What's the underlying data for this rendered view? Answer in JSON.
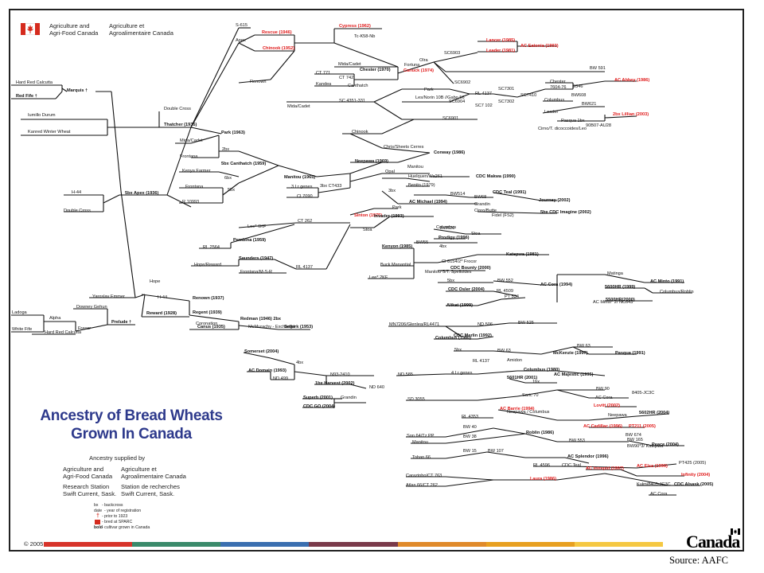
{
  "header": {
    "logo_icon": "maple-leaf-flag-icon",
    "agency_en_1": "Agriculture and",
    "agency_en_2": "Agri-Food Canada",
    "agency_fr_1": "Agriculture et",
    "agency_fr_2": "Agroalimentaire Canada"
  },
  "title": {
    "line1": "Ancestry of Bread Wheats",
    "line2": "Grown In Canada"
  },
  "credits": {
    "supplied_by": "Ancestry supplied by",
    "col1": [
      "Agriculture and",
      "Agri-Food Canada",
      "Research Station",
      "Swift Current, Sask."
    ],
    "col2": [
      "Agriculture et",
      "Agroalimentaire Canada",
      "Station de recherches",
      "Swift Current, Sask."
    ]
  },
  "legend": {
    "items": [
      {
        "key": "bx",
        "text": "- backcross"
      },
      {
        "key": "date",
        "text": "- year of registration"
      },
      {
        "key": "dagger",
        "text": "- prior to 1923"
      },
      {
        "key": "red-box",
        "text": "- bred at SPARC"
      },
      {
        "key": "bold",
        "text": "- cultivar grown in Canada"
      }
    ]
  },
  "footer": {
    "copyright": "© 2005",
    "wordmark": "Canada",
    "source": "Source: AAFC",
    "bar_colors": [
      "#d7342a",
      "#3a8a6a",
      "#3a6fb0",
      "#7a3a4a",
      "#e08a2a",
      "#e8a020",
      "#f5c842"
    ]
  },
  "nodes": [
    {
      "t": "Hard Red Calcutta",
      "s": "n"
    },
    {
      "t": "Red Fife †",
      "s": "b"
    },
    {
      "t": "Marquis †",
      "s": "b"
    },
    {
      "t": "Iumillo Durum",
      "s": "n"
    },
    {
      "t": "Kanred Winter Wheat",
      "s": "n"
    },
    {
      "t": "Double Cross",
      "s": "n"
    },
    {
      "t": "Thatcher (1935)",
      "s": "b"
    },
    {
      "t": "H-44",
      "s": "n"
    },
    {
      "t": "Double Cross",
      "s": "n"
    },
    {
      "t": "5bx Apex (1936)",
      "s": "b"
    },
    {
      "t": "Ladoga",
      "s": "n"
    },
    {
      "t": "White Fife",
      "s": "n"
    },
    {
      "t": "Alpha",
      "s": "n"
    },
    {
      "t": "Hard Red Calcutta",
      "s": "n"
    },
    {
      "t": "Fraser",
      "s": "n"
    },
    {
      "t": "Yaroslav Emmer",
      "s": "n"
    },
    {
      "t": "Downey Gehun",
      "s": "n"
    },
    {
      "t": "Prelude †",
      "s": "b"
    },
    {
      "t": "Hope",
      "s": "n"
    },
    {
      "t": "H-44",
      "s": "n"
    },
    {
      "t": "Reward (1928)",
      "s": "b"
    },
    {
      "t": "Renown (1937)",
      "s": "b"
    },
    {
      "t": "Regent (1939)",
      "s": "b"
    },
    {
      "t": "Redman (1946) 2bx",
      "s": "b"
    },
    {
      "t": "Coronation",
      "s": "n"
    },
    {
      "t": "Canus (1935)",
      "s": "b"
    },
    {
      "t": "McMurachy - Exchange",
      "s": "n"
    },
    {
      "t": "Selkirk (1953)",
      "s": "b"
    },
    {
      "t": "S-615",
      "s": "n"
    },
    {
      "t": "Apex",
      "s": "n"
    },
    {
      "t": "Rescue (1946)",
      "s": "rb"
    },
    {
      "t": "Chinook (1952)",
      "s": "rb"
    },
    {
      "t": "Renown",
      "s": "n"
    },
    {
      "t": "Park (1963)",
      "s": "b"
    },
    {
      "t": "Mida/Cadet",
      "s": "n"
    },
    {
      "t": "Frontana",
      "s": "n"
    },
    {
      "t": "2bx",
      "s": "n"
    },
    {
      "t": "5bx Canthatch (1959)",
      "s": "b"
    },
    {
      "t": "Kenya Farmer",
      "s": "n"
    },
    {
      "t": "6bx",
      "s": "n"
    },
    {
      "t": "Frontana",
      "s": "n"
    },
    {
      "t": "5bx",
      "s": "n"
    },
    {
      "t": "R 10993",
      "s": "n"
    },
    {
      "t": "Manitou (1965)",
      "s": "b"
    },
    {
      "t": "3 Lr genes",
      "s": "n"
    },
    {
      "t": "CI 7090",
      "s": "n"
    },
    {
      "t": "3bx CT433",
      "s": "n"
    },
    {
      "t": "Lee* 6KF",
      "s": "n"
    },
    {
      "t": "CT 262",
      "s": "n"
    },
    {
      "t": "RL 2564",
      "s": "n"
    },
    {
      "t": "Pembina (1959)",
      "s": "b"
    },
    {
      "t": "Saunders (1947)",
      "s": "b"
    },
    {
      "t": "Hope/Reward",
      "s": "n"
    },
    {
      "t": "Frontana/M-S-R",
      "s": "n"
    },
    {
      "t": "RL 4137",
      "s": "n"
    },
    {
      "t": "Cypress (1962)",
      "s": "rb"
    },
    {
      "t": "Tc-K58-Nb",
      "s": "n"
    },
    {
      "t": "Fortuna",
      "s": "n"
    },
    {
      "t": "SC6903",
      "s": "n"
    },
    {
      "t": "Lancer (1985)",
      "s": "rb"
    },
    {
      "t": "Leader (1981)",
      "s": "rb"
    },
    {
      "t": "AC Eatonia (1993)",
      "s": "rb"
    },
    {
      "t": "Mida/Cadet",
      "s": "n"
    },
    {
      "t": "CT 771",
      "s": "n"
    },
    {
      "t": "Chester (1970)",
      "s": "b"
    },
    {
      "t": "Kandea",
      "s": "n"
    },
    {
      "t": "CT 742",
      "s": "n"
    },
    {
      "t": "Olra",
      "s": "n"
    },
    {
      "t": "Canuck (1974)",
      "s": "rb"
    },
    {
      "t": "BW 591",
      "s": "n"
    },
    {
      "t": "Canthatch",
      "s": "n"
    },
    {
      "t": "SC 4351-331",
      "s": "n"
    },
    {
      "t": "Mida/Cadet",
      "s": "n"
    },
    {
      "t": "Park",
      "s": "n"
    },
    {
      "t": "SC6902",
      "s": "n"
    },
    {
      "t": "Les/Norin 10B //Gabo 56",
      "s": "n"
    },
    {
      "t": "SC6904",
      "s": "n"
    },
    {
      "t": "RL 4137",
      "s": "n"
    },
    {
      "t": "SC7301",
      "s": "n"
    },
    {
      "t": "SC7 102",
      "s": "n"
    },
    {
      "t": "SC7302",
      "s": "n"
    },
    {
      "t": "SC7410",
      "s": "n"
    },
    {
      "t": "SC6901",
      "s": "n"
    },
    {
      "t": "Chester",
      "s": "n"
    },
    {
      "t": "7604-76",
      "s": "n"
    },
    {
      "t": "9346",
      "s": "n"
    },
    {
      "t": "BW608",
      "s": "n"
    },
    {
      "t": "AC Abbey (1986)",
      "s": "rb"
    },
    {
      "t": "Columbus",
      "s": "n"
    },
    {
      "t": "Leader",
      "s": "n"
    },
    {
      "t": "BW621",
      "s": "n"
    },
    {
      "t": "Pasqua 1bx",
      "s": "n"
    },
    {
      "t": "2bx Lillian (2003)",
      "s": "rb"
    },
    {
      "t": "Chinook",
      "s": "n"
    },
    {
      "t": "Cirno/T. dicoccoides/Leo",
      "s": "n"
    },
    {
      "t": "90B07-AU28",
      "s": "n"
    },
    {
      "t": "Chris/Sheets Cerres",
      "s": "n"
    },
    {
      "t": "Conway (1986)",
      "s": "b"
    },
    {
      "t": "Neepawa (1969)",
      "s": "b"
    },
    {
      "t": "Manitou",
      "s": "n"
    },
    {
      "t": "Opal",
      "s": "n"
    },
    {
      "t": "Huelquen/Wa261",
      "s": "n"
    },
    {
      "t": "CDC Makwa (1990)",
      "s": "b"
    },
    {
      "t": "Benito (1979)",
      "s": "n"
    },
    {
      "t": "3bx",
      "s": "n"
    },
    {
      "t": "BW514",
      "s": "n"
    },
    {
      "t": "BW68",
      "s": "n"
    },
    {
      "t": "CDC Teal (1991)",
      "s": "b"
    },
    {
      "t": "Grandin",
      "s": "n"
    },
    {
      "t": "Journey (2002)",
      "s": "b"
    },
    {
      "t": "AC Michael (1994)",
      "s": "b"
    },
    {
      "t": "Cinro/Butte",
      "s": "n"
    },
    {
      "t": "Fidel (FS2)",
      "s": "n"
    },
    {
      "t": "5bx CDC Imagine (2002)",
      "s": "b"
    },
    {
      "t": "Park",
      "s": "n"
    },
    {
      "t": "Sinton (1975)",
      "s": "rb"
    },
    {
      "t": "Invader (1993)",
      "s": "b"
    },
    {
      "t": "Stoa",
      "s": "n"
    },
    {
      "t": "Columbus",
      "s": "n"
    },
    {
      "t": "Stoa",
      "s": "n"
    },
    {
      "t": "BW620",
      "s": "n"
    },
    {
      "t": "Prodigy (1996)",
      "s": "b"
    },
    {
      "t": "BW55",
      "s": "n"
    },
    {
      "t": "4bx",
      "s": "n"
    },
    {
      "t": "Kenyon (1985)",
      "s": "b"
    },
    {
      "t": "Buck Manantial",
      "s": "n"
    },
    {
      "t": "Lee* 2KF",
      "s": "n"
    },
    {
      "t": "CI 8154/2* Frocor",
      "s": "n"
    },
    {
      "t": "Katepwa (1981)",
      "s": "b"
    },
    {
      "t": "CDC Bounty (2000)",
      "s": "b"
    },
    {
      "t": "Manitou*5/T. Spelloides",
      "s": "n"
    },
    {
      "t": "5bx",
      "s": "n"
    },
    {
      "t": "BW 552",
      "s": "n"
    },
    {
      "t": "AC Cora (1994)",
      "s": "b"
    },
    {
      "t": "CDC Osler (2004)",
      "s": "b"
    },
    {
      "t": "RL 4509",
      "s": "n"
    },
    {
      "t": "PT 534",
      "s": "n"
    },
    {
      "t": "Alikat (1999)",
      "s": "b"
    },
    {
      "t": "Matinga",
      "s": "n"
    },
    {
      "t": "AC Minto (1991)",
      "s": "b"
    },
    {
      "t": "5600HR (1999)",
      "s": "b"
    },
    {
      "t": "Columbus/Roblin",
      "s": "n"
    },
    {
      "t": "5500HR(2000)",
      "s": "b"
    },
    {
      "t": "AC Minto* 2/ NC643",
      "s": "n"
    },
    {
      "t": "MN7206/Glenlea/RL4471",
      "s": "n"
    },
    {
      "t": "ND 506",
      "s": "n"
    },
    {
      "t": "BW 525",
      "s": "n"
    },
    {
      "t": "CDC Merlin (1992)",
      "s": "b"
    },
    {
      "t": "Columbus (1980)",
      "s": "b"
    },
    {
      "t": "5bx",
      "s": "n"
    },
    {
      "t": "BW 63",
      "s": "n"
    },
    {
      "t": "McKenzie (1997)",
      "s": "b"
    },
    {
      "t": "BW 63",
      "s": "n"
    },
    {
      "t": "Pasqua (1991)",
      "s": "b"
    },
    {
      "t": "Somerset (2004)",
      "s": "b"
    },
    {
      "t": "RL 4137",
      "s": "n"
    },
    {
      "t": "Amidon",
      "s": "n"
    },
    {
      "t": "4bx",
      "s": "n"
    },
    {
      "t": "AC Domain (1993)",
      "s": "b"
    },
    {
      "t": "ND 499",
      "s": "n"
    },
    {
      "t": "ND 585",
      "s": "n"
    },
    {
      "t": "4 Lr genes",
      "s": "n"
    },
    {
      "t": "Columbus (1980)",
      "s": "b"
    },
    {
      "t": "AC Majestic (1995)",
      "s": "b"
    },
    {
      "t": "5601HR (2001)",
      "s": "b"
    },
    {
      "t": "1bx",
      "s": "n"
    },
    {
      "t": "N93-2410",
      "s": "n"
    },
    {
      "t": "1bx Harvest (2002)",
      "s": "b"
    },
    {
      "t": "ND 640",
      "s": "n"
    },
    {
      "t": "Superb (2001)",
      "s": "b"
    },
    {
      "t": "Grandin",
      "s": "n"
    },
    {
      "t": "CDC GO (2004)",
      "s": "b"
    },
    {
      "t": "SD 3055",
      "s": "n"
    },
    {
      "t": "Saric 70",
      "s": "n"
    },
    {
      "t": "BW 90",
      "s": "n"
    },
    {
      "t": "AC Cora",
      "s": "n"
    },
    {
      "t": "8405-JC3C",
      "s": "n"
    },
    {
      "t": "Lovitt (2002)",
      "s": "rb"
    },
    {
      "t": "AC Barrie (1994)",
      "s": "rb"
    },
    {
      "t": "Neepawa / Columbus",
      "s": "n"
    },
    {
      "t": "Neepawa",
      "s": "n"
    },
    {
      "t": "5602HR (2004)",
      "s": "b"
    },
    {
      "t": "RL 4353",
      "s": "n"
    },
    {
      "t": "AC Cadillac (1996)",
      "s": "rb"
    },
    {
      "t": "PT211 (2005)",
      "s": "rb"
    },
    {
      "t": "Son 64/Tz PP",
      "s": "n"
    },
    {
      "t": "BW 40",
      "s": "n"
    },
    {
      "t": "Roblin (1986)",
      "s": "b"
    },
    {
      "t": "BW 674",
      "s": "n"
    },
    {
      "t": "Manitou",
      "s": "n"
    },
    {
      "t": "BW 38",
      "s": "n"
    },
    {
      "t": "BW 553",
      "s": "n"
    },
    {
      "t": "BW 165",
      "s": "n"
    },
    {
      "t": "BW90*3/ Katepwa",
      "s": "n"
    },
    {
      "t": "Peace (2004)",
      "s": "b"
    },
    {
      "t": "Toban 66",
      "s": "n"
    },
    {
      "t": "BW 15",
      "s": "n"
    },
    {
      "t": "BW 107",
      "s": "n"
    },
    {
      "t": "AC Splendor (1996)",
      "s": "b"
    },
    {
      "t": "RL 4596",
      "s": "n"
    },
    {
      "t": "CDC Teal",
      "s": "n"
    },
    {
      "t": "AC Intrepid (1997)",
      "s": "rb"
    },
    {
      "t": "AC Elsa (1996)",
      "s": "rb"
    },
    {
      "t": "PT425 (2005)",
      "s": "n"
    },
    {
      "t": "Infinity (2004)",
      "s": "rb"
    },
    {
      "t": "Carazinho/CT 763",
      "s": "n"
    },
    {
      "t": "Laura (1986)",
      "s": "rb"
    },
    {
      "t": "CDC Alsask (2005)",
      "s": "b"
    },
    {
      "t": "Kulm/8405-JC3C",
      "s": "n"
    },
    {
      "t": "Atlas 66/CT 262",
      "s": "n"
    },
    {
      "t": "AC Cora",
      "s": "n"
    }
  ]
}
